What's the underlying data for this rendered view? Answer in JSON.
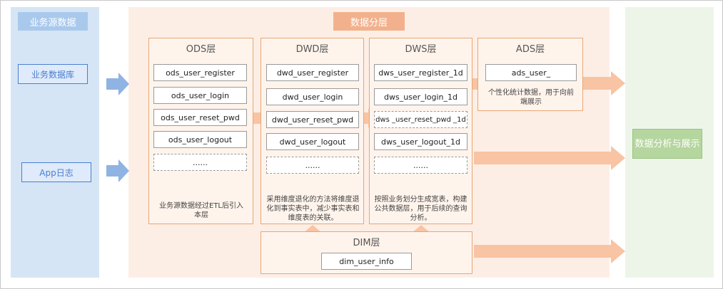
{
  "left_panel": {
    "title": "业务源数据",
    "sources": [
      "业务数据库",
      "App日志"
    ]
  },
  "middle_panel": {
    "title": "数据分层",
    "layers": {
      "ods": {
        "title": "ODS层",
        "items": [
          "ods_user_register",
          "ods_user_login",
          "ods_user_reset_pwd",
          "ods_user_logout",
          "......"
        ],
        "description": "业务源数据经过ETL后引入本层"
      },
      "dwd": {
        "title": "DWD层",
        "items": [
          "dwd_user_register",
          "dwd_user_login",
          "dwd_user_reset_pwd",
          "dwd_user_logout",
          "......"
        ],
        "description": "采用维度退化的方法将维度退化到事实表中，减少事实表和维度表的关联。"
      },
      "dws": {
        "title": "DWS层",
        "items": [
          "dws_user_register_1d",
          "dws_user_login_1d",
          "dws _user_reset_pwd _1d",
          "dws_user_logout_1d",
          "......"
        ],
        "description": "按照业务划分生成宽表，构建公共数据层，用于后续的查询分析。"
      },
      "ads": {
        "title": "ADS层",
        "items": [
          "ads_user_"
        ],
        "description": "个性化统计数据，用于向前端展示"
      },
      "dim": {
        "title": "DIM层",
        "items": [
          "dim_user_info"
        ]
      }
    }
  },
  "right_panel": {
    "box_label": "数据分析与展示"
  },
  "colors": {
    "left_bg": "#d5e5f5",
    "middle_bg": "#fdeee5",
    "right_bg": "#edf5e8",
    "layer_border": "#e6a775",
    "arrow_blue": "#8fb3e3",
    "arrow_orange": "#f8c4a3",
    "analysis_green": "#b5d69e"
  }
}
